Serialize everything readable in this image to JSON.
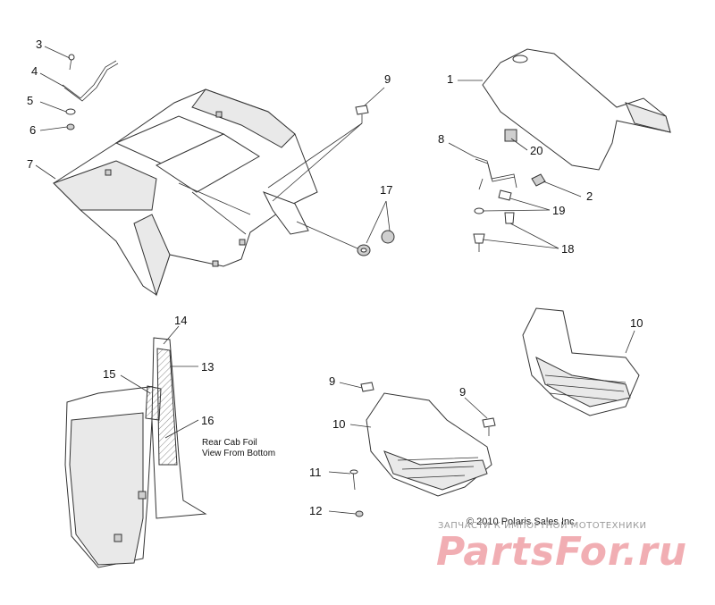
{
  "callouts": {
    "c1": "1",
    "c2": "2",
    "c3": "3",
    "c4": "4",
    "c5": "5",
    "c6": "6",
    "c7": "7",
    "c8": "8",
    "c9a": "9",
    "c9b": "9",
    "c9c": "9",
    "c10a": "10",
    "c10b": "10",
    "c11": "11",
    "c12": "12",
    "c13": "13",
    "c14": "14",
    "c15": "15",
    "c16": "16",
    "c17": "17",
    "c18": "18",
    "c19": "19",
    "c20": "20"
  },
  "note": {
    "line1": "Rear Cab Foil",
    "line2": "View From Bottom"
  },
  "copyright": "© 2010 Polaris Sales Inc.",
  "watermark": {
    "top_text": "ЗАПЧАСТИ К ИМПОРТНОЙ МОТОТЕХНИКИ",
    "logo": "PartsFor.ru"
  }
}
